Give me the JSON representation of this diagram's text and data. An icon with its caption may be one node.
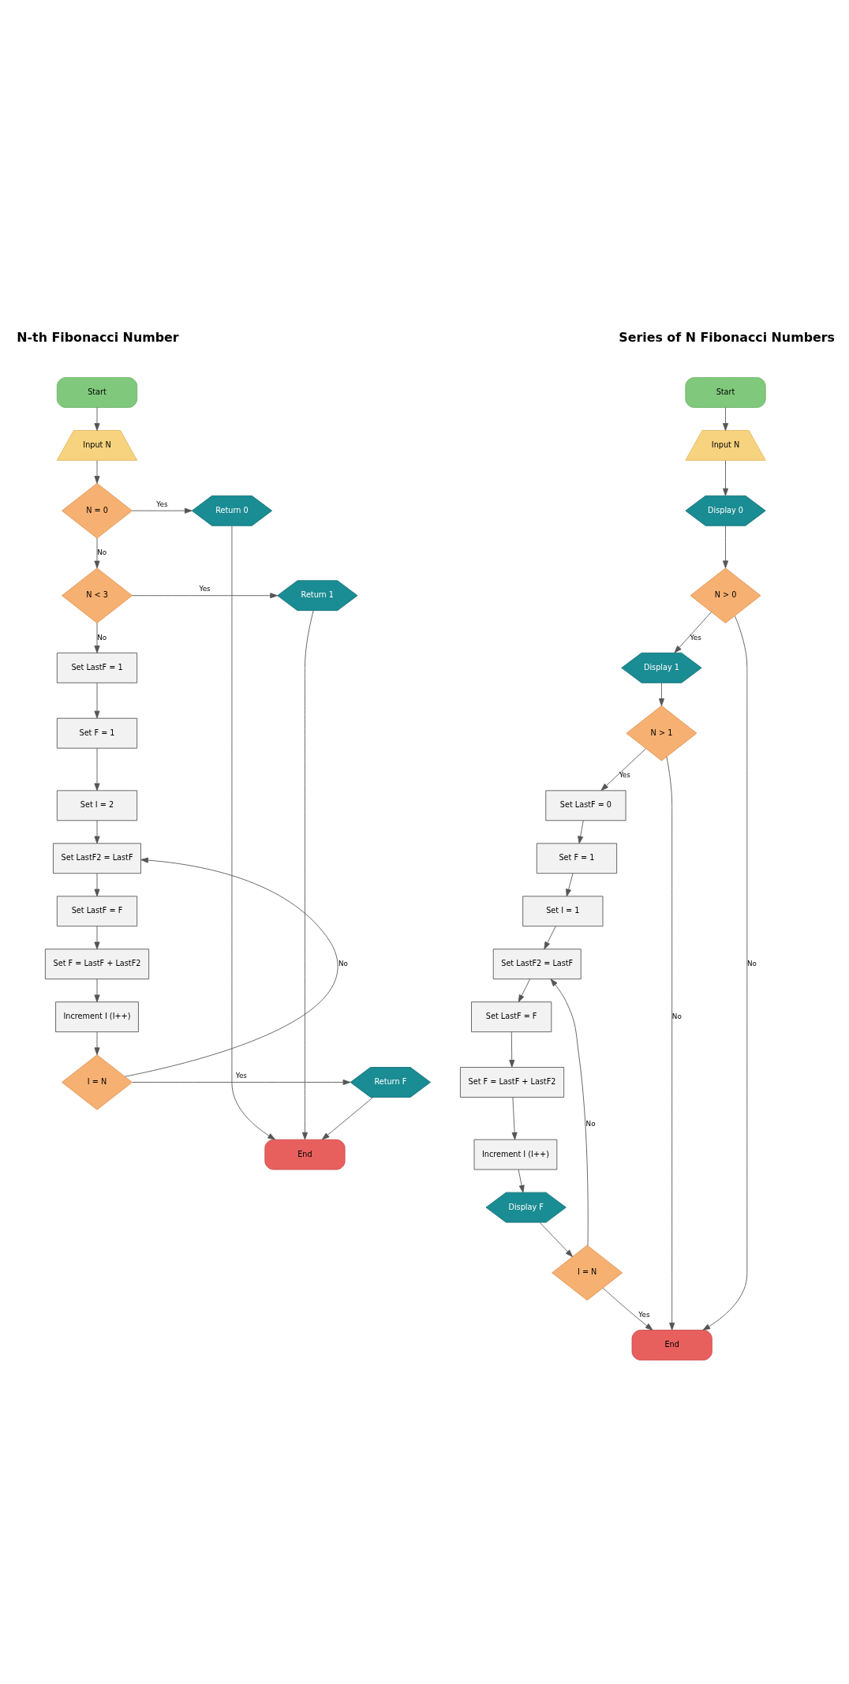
{
  "diagram": {
    "nodes": [
      {
        "text": [
          "Start"
        ]
      },
      {
        "text": [
          "Input N"
        ]
      },
      {
        "text": [
          "N = 0"
        ]
      },
      {
        "text": [
          "Return 0"
        ]
      },
      {
        "text": [
          "N < 3"
        ]
      },
      {
        "text": [
          "Return 1"
        ]
      },
      {
        "text": [
          "Set LastF = 1"
        ]
      },
      {
        "text": [
          "Set F = 1"
        ]
      },
      {
        "text": [
          "Set I = 2"
        ]
      },
      {
        "text": [
          "Set LastF2 = LastF"
        ]
      },
      {
        "text": [
          "Set LastF = F"
        ]
      },
      {
        "text": [
          "Set F = LastF + LastF2"
        ]
      },
      {
        "text": [
          "Increment I (I++)"
        ]
      },
      {
        "text": [
          "I = N"
        ]
      },
      {
        "text": [
          "Return F"
        ]
      },
      {
        "text": [
          "End"
        ]
      },
      {
        "text": [
          "Start"
        ]
      },
      {
        "text": [
          "Input N"
        ]
      },
      {
        "text": [
          "Display 0"
        ]
      },
      {
        "text": [
          "N > 0"
        ]
      },
      {
        "text": [
          "Display 1"
        ]
      },
      {
        "text": [
          "N > 1"
        ]
      },
      {
        "text": [
          "Set LastF = 0"
        ]
      },
      {
        "text": [
          "Set F = 1"
        ]
      },
      {
        "text": [
          "Set I = 1"
        ]
      },
      {
        "text": [
          "Set LastF2 = LastF"
        ]
      },
      {
        "text": [
          "Set LastF = F"
        ]
      },
      {
        "text": [
          "Set F = LastF + LastF2"
        ]
      },
      {
        "text": [
          "Increment I (I++)"
        ]
      },
      {
        "text": [
          "Display F"
        ]
      },
      {
        "text": [
          "I = N"
        ]
      },
      {
        "text": [
          "End"
        ]
      }
    ],
    "edges": [
      {
        "from": 0,
        "to": 1,
        "arrow": "to"
      },
      {
        "from": 1,
        "to": 2,
        "arrow": "to"
      },
      {
        "from": 2,
        "to": 3,
        "arrow": "to",
        "label": "Yes"
      },
      {
        "from": 2,
        "to": 4,
        "arrow": "to",
        "label": "No"
      },
      {
        "from": 4,
        "to": 5,
        "arrow": "to",
        "label": "Yes"
      },
      {
        "from": 4,
        "to": 6,
        "arrow": "to",
        "label": "No"
      },
      {
        "from": 6,
        "to": 7,
        "arrow": "to"
      },
      {
        "from": 7,
        "to": 8,
        "arrow": "to"
      },
      {
        "from": 8,
        "to": 9,
        "arrow": "to"
      },
      {
        "from": 9,
        "to": 10,
        "arrow": "to"
      },
      {
        "from": 10,
        "to": 11,
        "arrow": "to"
      },
      {
        "from": 11,
        "to": 12,
        "arrow": "to"
      },
      {
        "from": 12,
        "to": 13,
        "arrow": "to"
      },
      {
        "from": 13,
        "to": 14,
        "arrow": "to",
        "label": "Yes"
      },
      {
        "from": 13,
        "to": 9,
        "arrow": "to",
        "label": "No"
      },
      {
        "from": 14,
        "to": 15,
        "arrow": "to"
      },
      {
        "from": 3,
        "to": 15,
        "arrow": "to"
      },
      {
        "from": 5,
        "to": 15,
        "arrow": "to"
      },
      {
        "from": 16,
        "to": 17,
        "arrow": "to"
      },
      {
        "from": 17,
        "to": 18,
        "arrow": "to"
      },
      {
        "from": 18,
        "to": 19,
        "arrow": "to"
      },
      {
        "from": 19,
        "to": 20,
        "arrow": "to",
        "label": "Yes"
      },
      {
        "from": 19,
        "to": 31,
        "arrow": "to",
        "label": "No"
      },
      {
        "from": 20,
        "to": 21,
        "arrow": "to"
      },
      {
        "from": 21,
        "to": 22,
        "arrow": "to",
        "label": "Yes"
      },
      {
        "from": 21,
        "to": 31,
        "arrow": "to",
        "label": "No"
      },
      {
        "from": 22,
        "to": 23,
        "arrow": "to"
      },
      {
        "from": 23,
        "to": 24,
        "arrow": "to"
      },
      {
        "from": 24,
        "to": 25,
        "arrow": "to"
      },
      {
        "from": 25,
        "to": 26,
        "arrow": "to"
      },
      {
        "from": 26,
        "to": 27,
        "arrow": "to"
      },
      {
        "from": 27,
        "to": 28,
        "arrow": "to"
      },
      {
        "from": 28,
        "to": 29,
        "arrow": "to"
      },
      {
        "from": 29,
        "to": 30,
        "arrow": "to"
      },
      {
        "from": 30,
        "to": 31,
        "arrow": "to",
        "label": "Yes"
      },
      {
        "from": 30,
        "to": 25,
        "arrow": "to",
        "label": "No"
      }
    ],
    "labels": [
      "N-th Fibonacci Number",
      "Series of N Fibonacci Numbers"
    ]
  }
}
